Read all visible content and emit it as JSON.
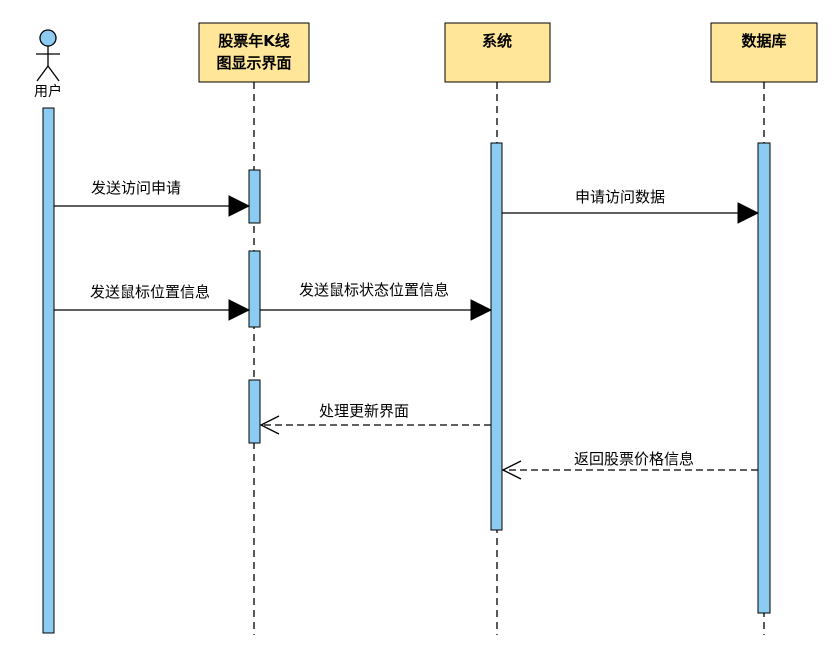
{
  "actor": {
    "label": "用户"
  },
  "participants": [
    {
      "id": "ui",
      "line1": "股票年K线",
      "line2": "图显示界面"
    },
    {
      "id": "system",
      "line1": "系统",
      "line2": ""
    },
    {
      "id": "database",
      "line1": "数据库",
      "line2": ""
    }
  ],
  "messages": [
    {
      "id": "msg-1",
      "label": "发送访问申请",
      "type": "sync",
      "from": "user",
      "to": "ui"
    },
    {
      "id": "msg-2",
      "label": "申请访问数据",
      "type": "sync",
      "from": "system",
      "to": "database"
    },
    {
      "id": "msg-3",
      "label": "发送鼠标位置信息",
      "type": "sync",
      "from": "user",
      "to": "ui"
    },
    {
      "id": "msg-4",
      "label": "发送鼠标状态位置信息",
      "type": "sync",
      "from": "ui",
      "to": "system"
    },
    {
      "id": "msg-5",
      "label": "处理更新界面",
      "type": "return",
      "from": "system",
      "to": "ui"
    },
    {
      "id": "msg-6",
      "label": "返回股票价格信息",
      "type": "return",
      "from": "database",
      "to": "system"
    }
  ],
  "colors": {
    "participant_fill": "#FFE699",
    "activation_fill": "#8CCBF2",
    "line": "#000000"
  }
}
